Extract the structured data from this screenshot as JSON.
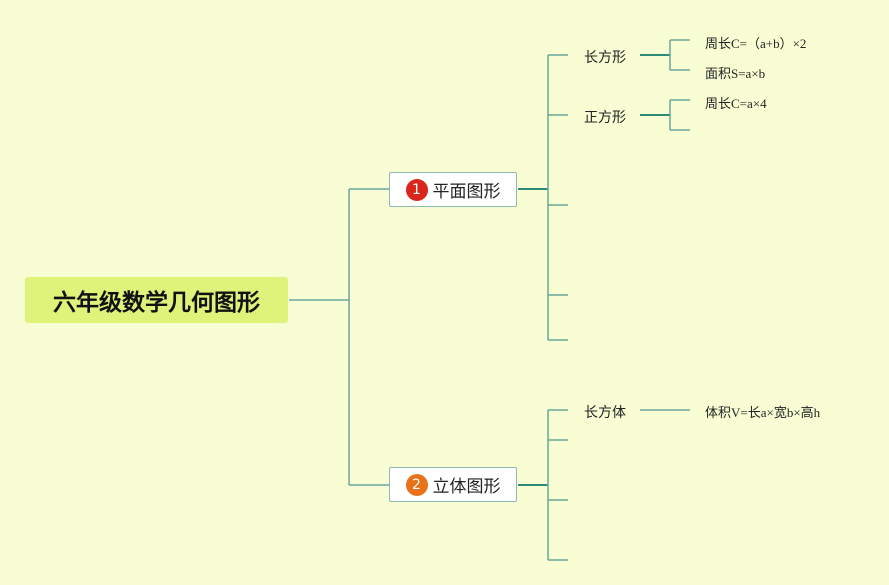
{
  "root": {
    "label": "六年级数学几何图形"
  },
  "branches": [
    {
      "number": "1",
      "label": "平面图形",
      "badge_color": "#d9261c",
      "children": [
        {
          "label": "长方形",
          "leaves": [
            "周长C=（a+b）×2",
            "面积S=a×b"
          ]
        },
        {
          "label": "正方形",
          "leaves": [
            "周长C=a×4",
            ""
          ]
        }
      ]
    },
    {
      "number": "2",
      "label": "立体图形",
      "badge_color": "#e8711a",
      "children": [
        {
          "label": "长方体",
          "leaves": [
            "体积V=长a×宽b×高h"
          ]
        }
      ]
    }
  ],
  "colors": {
    "background": "#f8fdd4",
    "root_fill": "#dff27a",
    "connector": "#6aa69c"
  }
}
